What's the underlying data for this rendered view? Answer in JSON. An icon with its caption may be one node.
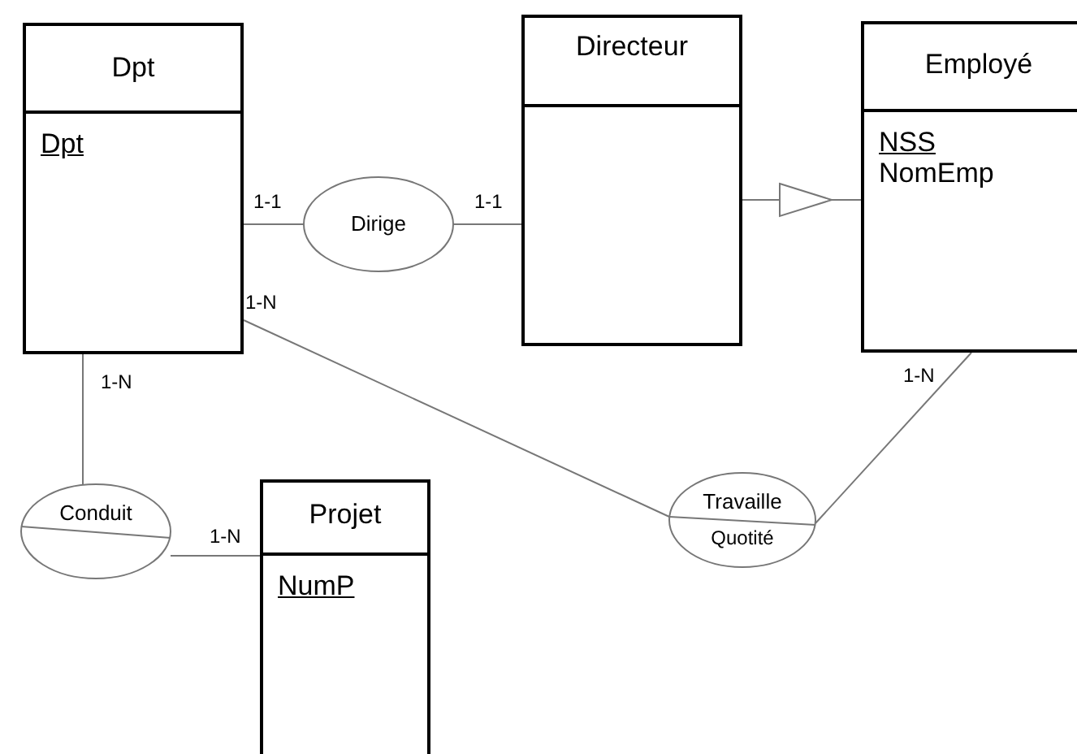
{
  "diagram": {
    "nodes": [
      {
        "text": [
          "Dpt",
          "Dpt"
        ]
      },
      {
        "text": [
          "Directeur"
        ]
      },
      {
        "text": [
          "Employé",
          "NSS",
          "NomEmp"
        ]
      },
      {
        "text": [
          "Dirige"
        ]
      },
      {
        "text": [
          "Travaille",
          "Quotité"
        ]
      },
      {
        "text": [
          "Conduit"
        ]
      },
      {
        "text": [
          "Projet",
          "NumP"
        ]
      }
    ],
    "edges": [
      {
        "from": 0,
        "to": 3,
        "arrow": "none",
        "label": "1-1"
      },
      {
        "from": 3,
        "to": 1,
        "arrow": "none",
        "label": "1-1"
      },
      {
        "from": 1,
        "to": 2,
        "arrow": "to"
      },
      {
        "from": 0,
        "to": 4,
        "arrow": "none",
        "label": "1-N"
      },
      {
        "from": 2,
        "to": 4,
        "arrow": "none",
        "label": "1-N"
      },
      {
        "from": 0,
        "to": 5,
        "arrow": "none",
        "label": "1-N"
      },
      {
        "from": 5,
        "to": 6,
        "arrow": "none",
        "label": "1-N"
      }
    ]
  }
}
